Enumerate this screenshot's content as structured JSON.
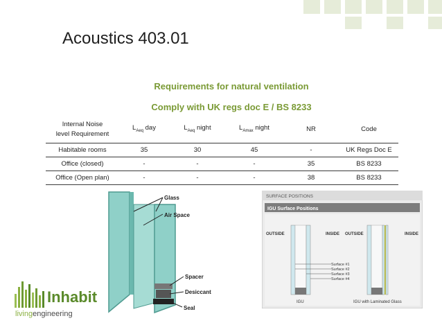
{
  "slide": {
    "title": "Acoustics 403.01",
    "subtitle_1": "Requirements for natural ventilation",
    "subtitle_2": "Comply with UK regs doc E / BS 8233",
    "accent_color": "#7a9a35"
  },
  "table": {
    "headers": {
      "col1_line1": "Internal Noise",
      "col1_line2": "level Requirement",
      "col2_main": "L",
      "col2_sub": "Aeq",
      "col2_rest": " day",
      "col3_main": "L",
      "col3_sub": "Aeq",
      "col3_rest": " night",
      "col4_main": "L",
      "col4_sub": "Amax",
      "col4_rest": " night",
      "col5": "NR",
      "col6": "Code"
    },
    "rows": [
      [
        "Habitable rooms",
        "35",
        "30",
        "45",
        "-",
        "UK Regs Doc E"
      ],
      [
        "Office (closed)",
        "-",
        "-",
        "-",
        "35",
        "BS 8233"
      ],
      [
        "Office (Open plan)",
        "-",
        "-",
        "-",
        "38",
        "BS 8233"
      ]
    ]
  },
  "glass_diagram": {
    "labels": {
      "glass": "Glass",
      "air_space": "Air Space",
      "spacer": "Spacer",
      "desiccant": "Desiccant",
      "seal": "Seal"
    }
  },
  "surface_figure": {
    "header": "SURFACE POSITIONS",
    "bar": "IGU Surface Positions",
    "outside_1": "OUTSIDE",
    "inside_1": "INSIDE",
    "outside_2": "OUTSIDE",
    "inside_2": "INSIDE",
    "surfaces": [
      "Surface #1",
      "Surface #2",
      "Surface #3",
      "Surface #4"
    ],
    "caption_1": "IGU",
    "caption_2": "IGU with Laminated Glass"
  },
  "logo": {
    "name": "Inhabit",
    "tag_living": "living",
    "tag_engineering": "engineering"
  }
}
